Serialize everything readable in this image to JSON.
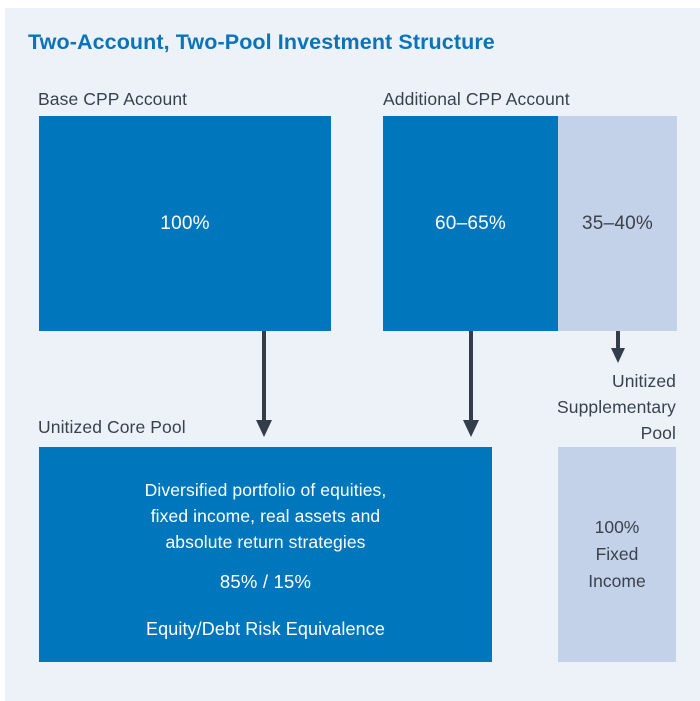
{
  "title": "Two-Account, Two-Pool Investment Structure",
  "colors": {
    "title_blue": "#0A74BB",
    "primary_blue": "#0076BD",
    "light_blue": "#C3D2E9",
    "dark_text": "#39424D",
    "arrow": "#343E4A",
    "background": "#EDF2F9",
    "white_text": "#FFFFFF"
  },
  "accounts": {
    "base": {
      "label": "Base CPP Account",
      "allocation": "100%"
    },
    "additional": {
      "label": "Additional CPP Account",
      "core_allocation": "60–65%",
      "supplementary_allocation": "35–40%"
    }
  },
  "pools": {
    "core": {
      "label": "Unitized Core Pool",
      "description_lines": [
        "Diversified portfolio of equities,",
        "fixed income, real assets and",
        "absolute return strategies"
      ],
      "ratio": "85% / 15%",
      "ratio_caption": "Equity/Debt Risk Equivalence"
    },
    "supplementary": {
      "label_lines": [
        "Unitized",
        "Supplementary",
        "Pool"
      ],
      "content_lines": [
        "100%",
        "Fixed",
        "Income"
      ]
    }
  }
}
